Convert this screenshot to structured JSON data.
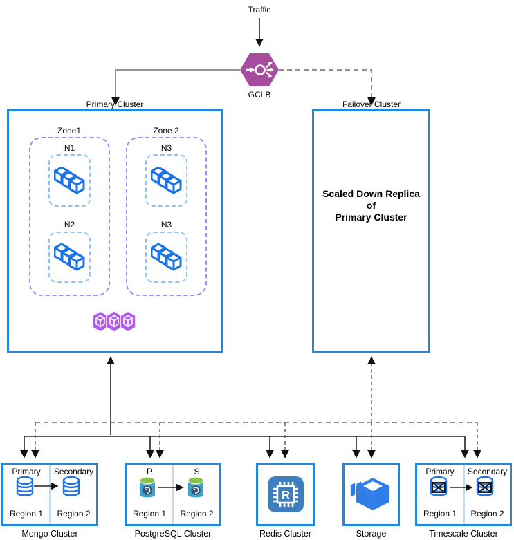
{
  "colors": {
    "cluster_border_blue": "#1E88E5",
    "divider_light_blue": "#BBDEFB",
    "zone_dashed_purple": "#9B8CF4",
    "node_dashed_blue": "#8FC3F8",
    "workload_cube_blue": "#1A73E8",
    "gclb_hexagon_purple": "#A64C9C",
    "gke_hexagon_purple": "#B25AEE",
    "redis_icon_blue": "#3D7EBD",
    "storage_icon_blue": "#2E7DE8",
    "postgres_cylinder_blue": "#41A0C8",
    "postgres_top_green": "#8BC34A",
    "solid_connector": "#222222",
    "dashed_connector": "#6B6B6B"
  },
  "traffic_label": "Traffic",
  "gclb_label": "GCLB",
  "primary_cluster": {
    "title": "Primary Cluster",
    "zones": [
      {
        "label": "Zone1",
        "nodes": [
          "N1",
          "N2"
        ]
      },
      {
        "label": "Zone 2",
        "nodes": [
          "N3",
          "N3"
        ]
      }
    ]
  },
  "failover_cluster": {
    "title": "Failover Cluster",
    "body": "Scaled Down Replica\nof\nPrimary Cluster"
  },
  "data_clusters": {
    "mongo": {
      "label": "Mongo Cluster",
      "left_role": "Primary",
      "right_role": "Secondary",
      "left_region": "Region 1",
      "right_region": "Region 2"
    },
    "postgres": {
      "label": "PostgreSQL Cluster",
      "left_role": "P",
      "right_role": "S",
      "left_region": "Region 1",
      "right_region": "Region 2"
    },
    "redis": {
      "label": "Redis Cluster",
      "chip_letter": "R"
    },
    "storage": {
      "label": "Storage"
    },
    "timescale": {
      "label": "Timescale Cluster",
      "left_role": "Primary",
      "right_role": "Secondary",
      "left_region": "Region 1",
      "right_region": "Region 2"
    }
  }
}
